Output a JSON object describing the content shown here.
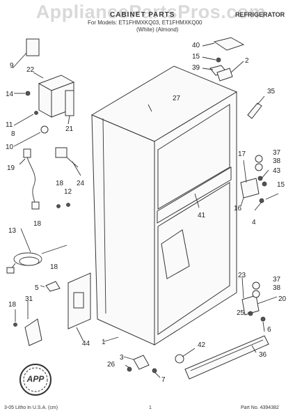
{
  "header": {
    "title": "CABINET PARTS",
    "category": "REFRIGERATOR",
    "subtitle_line1": "For Models: ET1FHMXKQ03, ET1FHMXKQ00",
    "subtitle_line2": "(White)        (Almond)"
  },
  "watermark": "AppliancePartsPros.com",
  "logo_text": "APP",
  "callouts": {
    "c1": "1",
    "c2": "2",
    "c3": "3",
    "c4": "4",
    "c5": "5",
    "c6": "6",
    "c7": "7",
    "c9": "9",
    "c10": "10",
    "c11": "11",
    "c12": "12",
    "c13": "13",
    "c14": "14",
    "c15a": "15",
    "c15b": "15",
    "c16": "16",
    "c17": "17",
    "c18a": "18",
    "c18b": "18",
    "c18c": "18",
    "c18d": "18",
    "c19": "19",
    "c20": "20",
    "c21": "21",
    "c22": "22",
    "c23": "23",
    "c24": "24",
    "c25": "25",
    "c26": "26",
    "c27": "27",
    "c31": "31",
    "c35": "35",
    "c36": "36",
    "c37a": "37",
    "c37b": "37",
    "c38a": "38",
    "c38b": "38",
    "c39": "39",
    "c40": "40",
    "c41": "41",
    "c42": "42",
    "c43": "43",
    "c44": "44",
    "c8": "8"
  },
  "footer": {
    "left": "3-05 Litho In U.S.A. (cm)",
    "page": "1",
    "part_no": "Part No. 4394382"
  }
}
